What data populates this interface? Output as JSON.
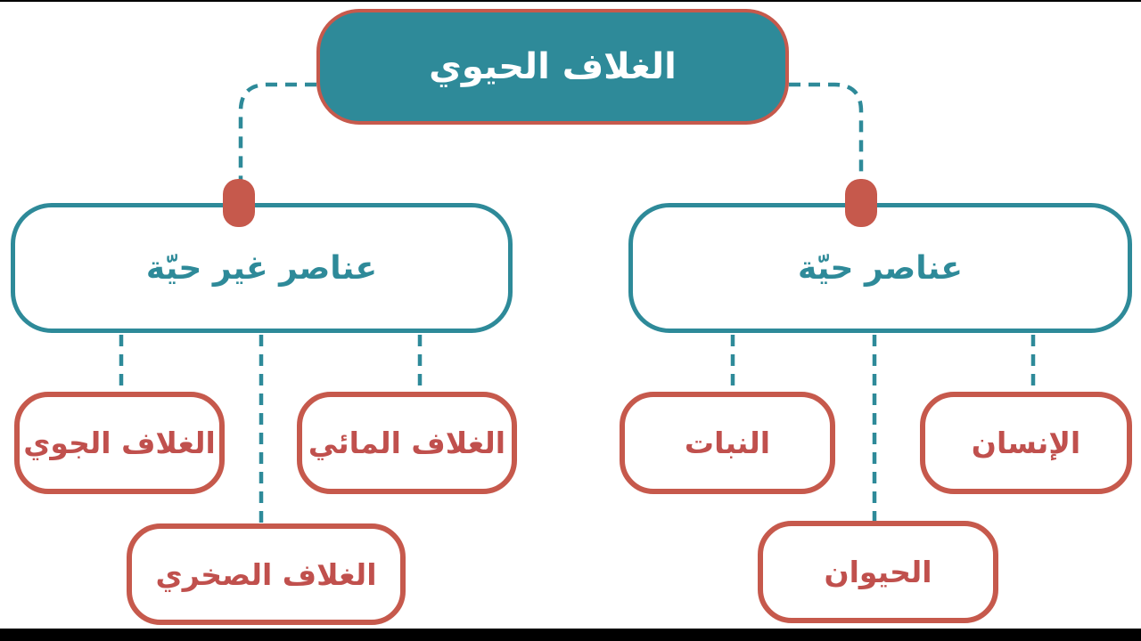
{
  "diagram": {
    "title": "الغلاف الحيوي",
    "colors": {
      "teal": "#2E8A99",
      "red": "#C6594C",
      "leaf_text_red": "#C0504D",
      "root_text": "#ffffff",
      "background": "#ffffff",
      "letterbox": "#000000"
    },
    "tree": {
      "root": {
        "label": "الغلاف الحيوي"
      },
      "branches": [
        {
          "label": "عناصر غير حيّة",
          "children": [
            "الغلاف الجوي",
            "الغلاف المائي",
            "الغلاف الصخري"
          ]
        },
        {
          "label": "عناصر حيّة",
          "children": [
            "النبات",
            "الإنسان",
            "الحيوان"
          ]
        }
      ]
    }
  }
}
